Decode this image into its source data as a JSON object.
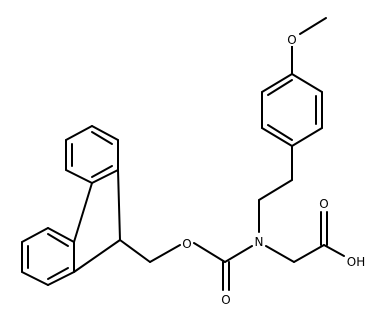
{
  "molecule": {
    "atoms": {
      "methoxy_oxygen": "O",
      "ester_oxygen": "O",
      "carbonyl_oxygen": "O",
      "nitrogen": "N",
      "acid_carbonyl_oxygen": "O",
      "hydroxyl": "OH"
    }
  },
  "colors": {
    "bond": "#000000",
    "background": "#ffffff"
  }
}
